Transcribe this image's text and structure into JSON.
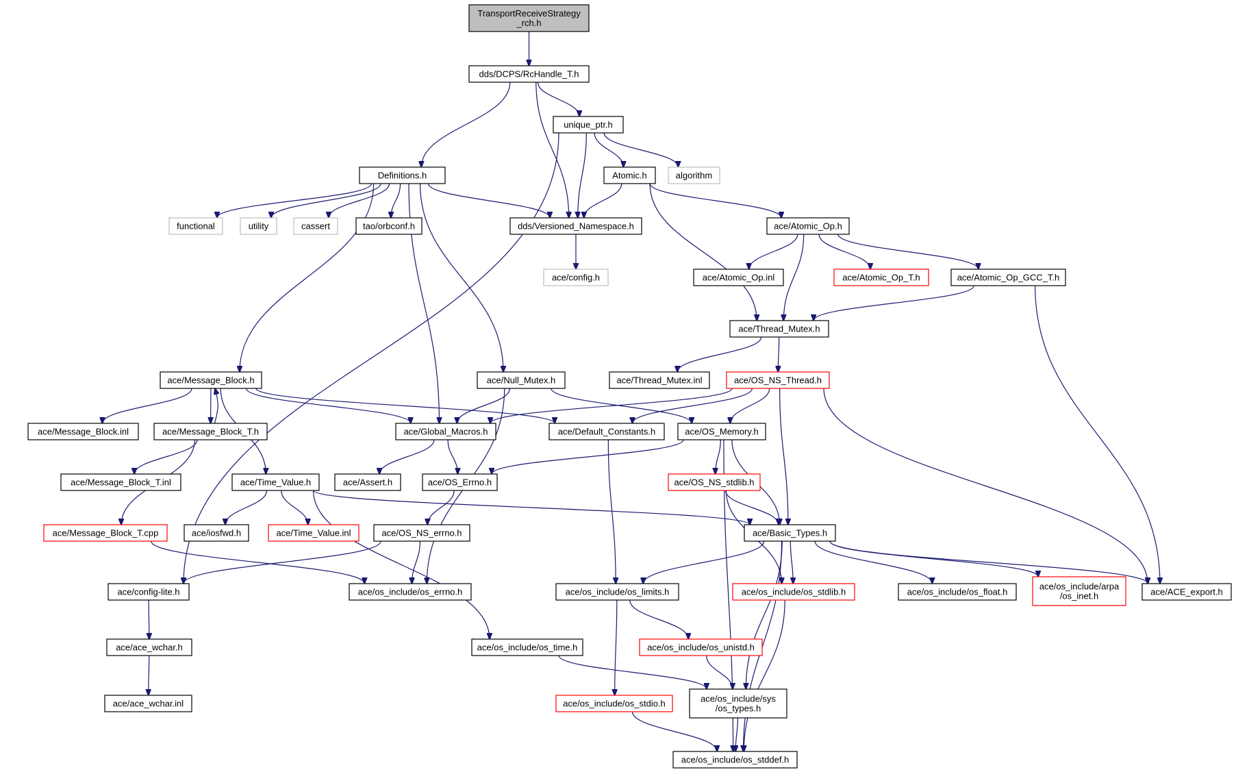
{
  "colors": {
    "edge": "#191970",
    "border_normal": "#000000",
    "border_truncated": "#ff0000",
    "border_external": "#bfbfbf",
    "fill_root": "#bfbfbf",
    "fill_normal": "#ffffff"
  },
  "nodes": [
    {
      "id": "root",
      "lines": [
        "TransportReceiveStrategy",
        "_rch.h"
      ],
      "kind": "root"
    },
    {
      "id": "rchandle",
      "lines": [
        "dds/DCPS/RcHandle_T.h"
      ],
      "kind": "normal"
    },
    {
      "id": "unique_ptr",
      "lines": [
        "unique_ptr.h"
      ],
      "kind": "normal"
    },
    {
      "id": "definitions",
      "lines": [
        "Definitions.h"
      ],
      "kind": "normal"
    },
    {
      "id": "atomic",
      "lines": [
        "Atomic.h"
      ],
      "kind": "normal"
    },
    {
      "id": "algorithm",
      "lines": [
        "algorithm"
      ],
      "kind": "external"
    },
    {
      "id": "functional",
      "lines": [
        "functional"
      ],
      "kind": "external"
    },
    {
      "id": "utility",
      "lines": [
        "utility"
      ],
      "kind": "external"
    },
    {
      "id": "cassert",
      "lines": [
        "cassert"
      ],
      "kind": "external"
    },
    {
      "id": "orbconf",
      "lines": [
        "tao/orbconf.h"
      ],
      "kind": "normal"
    },
    {
      "id": "versioned_ns",
      "lines": [
        "dds/Versioned_Namespace.h"
      ],
      "kind": "normal"
    },
    {
      "id": "atomic_op",
      "lines": [
        "ace/Atomic_Op.h"
      ],
      "kind": "normal"
    },
    {
      "id": "config_h",
      "lines": [
        "ace/config.h"
      ],
      "kind": "external"
    },
    {
      "id": "atomic_op_inl",
      "lines": [
        "ace/Atomic_Op.inl"
      ],
      "kind": "normal"
    },
    {
      "id": "atomic_op_t",
      "lines": [
        "ace/Atomic_Op_T.h"
      ],
      "kind": "truncated"
    },
    {
      "id": "atomic_op_gcc",
      "lines": [
        "ace/Atomic_Op_GCC_T.h"
      ],
      "kind": "normal"
    },
    {
      "id": "thread_mutex",
      "lines": [
        "ace/Thread_Mutex.h"
      ],
      "kind": "normal"
    },
    {
      "id": "message_block",
      "lines": [
        "ace/Message_Block.h"
      ],
      "kind": "normal"
    },
    {
      "id": "null_mutex",
      "lines": [
        "ace/Null_Mutex.h"
      ],
      "kind": "normal"
    },
    {
      "id": "thread_mutex_inl",
      "lines": [
        "ace/Thread_Mutex.inl"
      ],
      "kind": "normal"
    },
    {
      "id": "os_ns_thread",
      "lines": [
        "ace/OS_NS_Thread.h"
      ],
      "kind": "truncated"
    },
    {
      "id": "message_block_inl",
      "lines": [
        "ace/Message_Block.inl"
      ],
      "kind": "normal"
    },
    {
      "id": "message_block_t",
      "lines": [
        "ace/Message_Block_T.h"
      ],
      "kind": "normal"
    },
    {
      "id": "global_macros",
      "lines": [
        "ace/Global_Macros.h"
      ],
      "kind": "normal"
    },
    {
      "id": "default_constants",
      "lines": [
        "ace/Default_Constants.h"
      ],
      "kind": "normal"
    },
    {
      "id": "os_memory",
      "lines": [
        "ace/OS_Memory.h"
      ],
      "kind": "normal"
    },
    {
      "id": "message_block_t_inl",
      "lines": [
        "ace/Message_Block_T.inl"
      ],
      "kind": "normal"
    },
    {
      "id": "time_value",
      "lines": [
        "ace/Time_Value.h"
      ],
      "kind": "normal"
    },
    {
      "id": "assert_h",
      "lines": [
        "ace/Assert.h"
      ],
      "kind": "normal"
    },
    {
      "id": "os_errno_cap",
      "lines": [
        "ace/OS_Errno.h"
      ],
      "kind": "normal"
    },
    {
      "id": "os_ns_stdlib",
      "lines": [
        "ace/OS_NS_stdlib.h"
      ],
      "kind": "truncated"
    },
    {
      "id": "message_block_t_cpp",
      "lines": [
        "ace/Message_Block_T.cpp"
      ],
      "kind": "truncated"
    },
    {
      "id": "iosfwd",
      "lines": [
        "ace/iosfwd.h"
      ],
      "kind": "normal"
    },
    {
      "id": "time_value_inl",
      "lines": [
        "ace/Time_Value.inl"
      ],
      "kind": "truncated"
    },
    {
      "id": "os_ns_errno",
      "lines": [
        "ace/OS_NS_errno.h"
      ],
      "kind": "normal"
    },
    {
      "id": "basic_types",
      "lines": [
        "ace/Basic_Types.h"
      ],
      "kind": "normal"
    },
    {
      "id": "config_lite",
      "lines": [
        "ace/config-lite.h"
      ],
      "kind": "normal"
    },
    {
      "id": "os_errno_inc",
      "lines": [
        "ace/os_include/os_errno.h"
      ],
      "kind": "normal"
    },
    {
      "id": "os_limits",
      "lines": [
        "ace/os_include/os_limits.h"
      ],
      "kind": "normal"
    },
    {
      "id": "os_stdlib_inc",
      "lines": [
        "ace/os_include/os_stdlib.h"
      ],
      "kind": "truncated"
    },
    {
      "id": "os_float",
      "lines": [
        "ace/os_include/os_float.h"
      ],
      "kind": "normal"
    },
    {
      "id": "os_inet",
      "lines": [
        "ace/os_include/arpa",
        "/os_inet.h"
      ],
      "kind": "truncated"
    },
    {
      "id": "ace_export",
      "lines": [
        "ace/ACE_export.h"
      ],
      "kind": "normal"
    },
    {
      "id": "ace_wchar",
      "lines": [
        "ace/ace_wchar.h"
      ],
      "kind": "normal"
    },
    {
      "id": "os_time",
      "lines": [
        "ace/os_include/os_time.h"
      ],
      "kind": "normal"
    },
    {
      "id": "os_unistd",
      "lines": [
        "ace/os_include/os_unistd.h"
      ],
      "kind": "truncated"
    },
    {
      "id": "ace_wchar_inl",
      "lines": [
        "ace/ace_wchar.inl"
      ],
      "kind": "normal"
    },
    {
      "id": "os_stdio",
      "lines": [
        "ace/os_include/os_stdio.h"
      ],
      "kind": "truncated"
    },
    {
      "id": "sys_os_types",
      "lines": [
        "ace/os_include/sys",
        "/os_types.h"
      ],
      "kind": "normal"
    },
    {
      "id": "os_stddef",
      "lines": [
        "ace/os_include/os_stddef.h"
      ],
      "kind": "normal"
    }
  ],
  "edges": [
    [
      "root",
      "rchandle"
    ],
    [
      "rchandle",
      "unique_ptr"
    ],
    [
      "rchandle",
      "definitions"
    ],
    [
      "rchandle",
      "versioned_ns"
    ],
    [
      "unique_ptr",
      "atomic"
    ],
    [
      "unique_ptr",
      "algorithm"
    ],
    [
      "unique_ptr",
      "versioned_ns"
    ],
    [
      "unique_ptr",
      "config_lite"
    ],
    [
      "definitions",
      "functional"
    ],
    [
      "definitions",
      "utility"
    ],
    [
      "definitions",
      "cassert"
    ],
    [
      "definitions",
      "orbconf"
    ],
    [
      "definitions",
      "versioned_ns"
    ],
    [
      "definitions",
      "message_block"
    ],
    [
      "definitions",
      "global_macros"
    ],
    [
      "definitions",
      "null_mutex"
    ],
    [
      "atomic",
      "versioned_ns"
    ],
    [
      "atomic",
      "atomic_op"
    ],
    [
      "atomic",
      "thread_mutex"
    ],
    [
      "versioned_ns",
      "config_h"
    ],
    [
      "atomic_op",
      "atomic_op_inl"
    ],
    [
      "atomic_op",
      "atomic_op_t"
    ],
    [
      "atomic_op",
      "atomic_op_gcc"
    ],
    [
      "atomic_op",
      "thread_mutex"
    ],
    [
      "atomic_op_gcc",
      "thread_mutex"
    ],
    [
      "atomic_op_gcc",
      "ace_export"
    ],
    [
      "thread_mutex",
      "thread_mutex_inl"
    ],
    [
      "thread_mutex",
      "os_ns_thread"
    ],
    [
      "message_block",
      "message_block_inl"
    ],
    [
      "message_block",
      "message_block_t"
    ],
    [
      "message_block_t",
      "message_block"
    ],
    [
      "message_block",
      "global_macros"
    ],
    [
      "message_block",
      "default_constants"
    ],
    [
      "message_block",
      "time_value"
    ],
    [
      "null_mutex",
      "global_macros"
    ],
    [
      "null_mutex",
      "os_memory"
    ],
    [
      "null_mutex",
      "os_errno_inc"
    ],
    [
      "os_ns_thread",
      "global_macros"
    ],
    [
      "os_ns_thread",
      "default_constants"
    ],
    [
      "os_ns_thread",
      "os_memory"
    ],
    [
      "os_ns_thread",
      "basic_types"
    ],
    [
      "os_ns_thread",
      "ace_export"
    ],
    [
      "message_block_t",
      "message_block_t_inl"
    ],
    [
      "message_block_t",
      "message_block_t_cpp"
    ],
    [
      "global_macros",
      "assert_h"
    ],
    [
      "global_macros",
      "os_errno_cap"
    ],
    [
      "default_constants",
      "os_limits"
    ],
    [
      "os_memory",
      "os_errno_cap"
    ],
    [
      "os_memory",
      "os_ns_stdlib"
    ],
    [
      "os_memory",
      "basic_types"
    ],
    [
      "os_memory",
      "os_stddef"
    ],
    [
      "time_value",
      "iosfwd"
    ],
    [
      "time_value",
      "time_value_inl"
    ],
    [
      "time_value",
      "basic_types"
    ],
    [
      "time_value",
      "os_time"
    ],
    [
      "os_errno_cap",
      "os_ns_errno"
    ],
    [
      "os_ns_stdlib",
      "basic_types"
    ],
    [
      "os_ns_stdlib",
      "os_stdlib_inc"
    ],
    [
      "message_block_t_cpp",
      "os_errno_inc"
    ],
    [
      "os_ns_errno",
      "config_lite"
    ],
    [
      "os_ns_errno",
      "os_errno_inc"
    ],
    [
      "basic_types",
      "os_limits"
    ],
    [
      "basic_types",
      "os_stdlib_inc"
    ],
    [
      "basic_types",
      "os_float"
    ],
    [
      "basic_types",
      "os_inet"
    ],
    [
      "basic_types",
      "ace_export"
    ],
    [
      "basic_types",
      "sys_os_types"
    ],
    [
      "basic_types",
      "os_stddef"
    ],
    [
      "config_lite",
      "ace_wchar"
    ],
    [
      "ace_wchar",
      "ace_wchar_inl"
    ],
    [
      "os_limits",
      "os_unistd"
    ],
    [
      "os_limits",
      "os_stdio"
    ],
    [
      "os_stdlib_inc",
      "os_stddef"
    ],
    [
      "os_time",
      "sys_os_types"
    ],
    [
      "os_unistd",
      "sys_os_types"
    ],
    [
      "os_stdio",
      "os_stddef"
    ],
    [
      "sys_os_types",
      "os_stddef"
    ]
  ]
}
